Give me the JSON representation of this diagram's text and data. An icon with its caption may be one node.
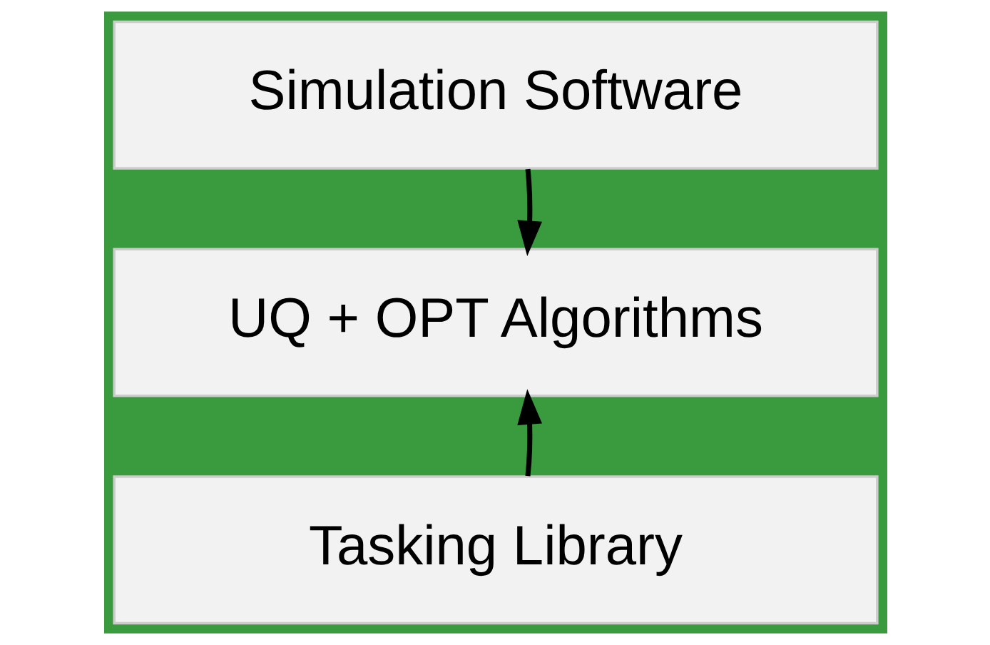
{
  "diagram": {
    "nodes": [
      {
        "text": [
          "Simulation Software"
        ]
      },
      {
        "text": [
          "UQ + OPT Algorithms"
        ]
      },
      {
        "text": [
          "Tasking Library"
        ]
      }
    ],
    "edges": [
      {
        "from": 0,
        "to": 1,
        "arrow": "to"
      },
      {
        "from": 2,
        "to": 1,
        "arrow": "to"
      }
    ]
  }
}
